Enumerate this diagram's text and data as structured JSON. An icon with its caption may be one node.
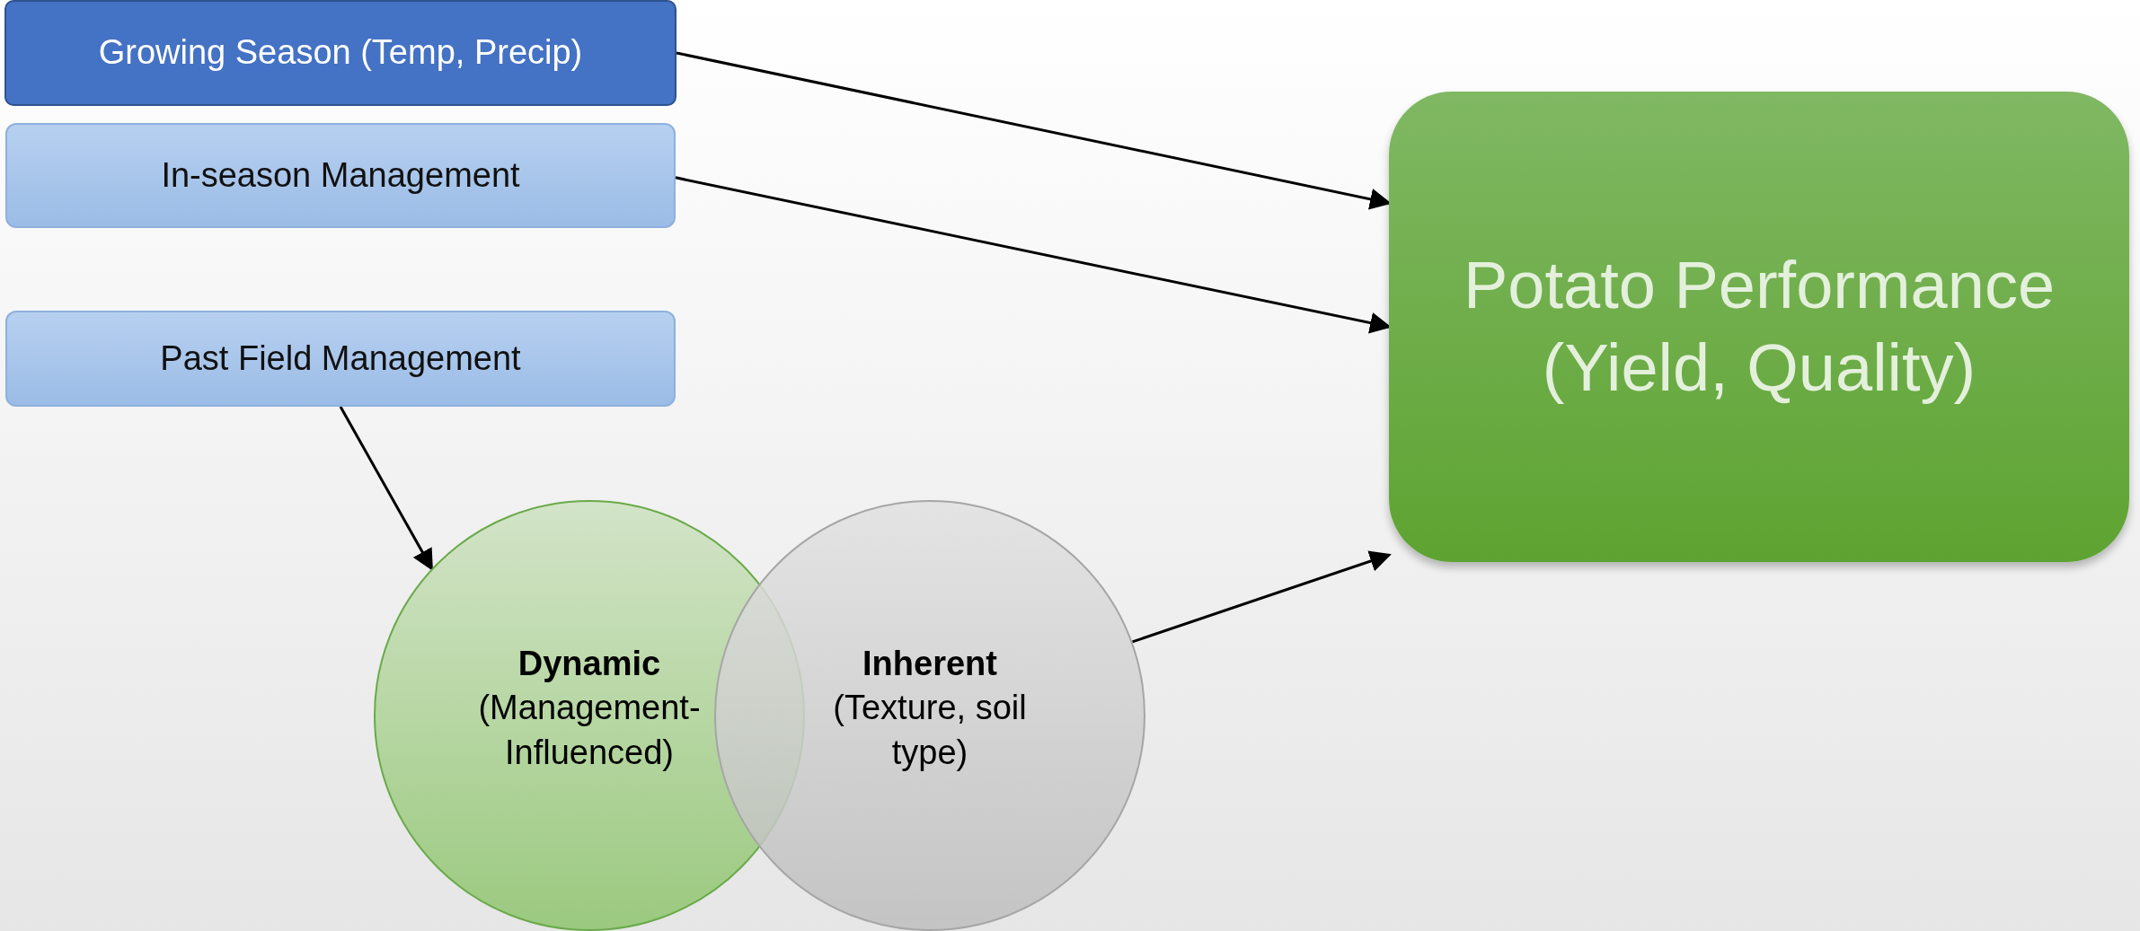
{
  "diagram": {
    "nodes": [
      {
        "text": [
          "Growing Season (Temp, Precip)"
        ]
      },
      {
        "text": [
          "In-season Management"
        ]
      },
      {
        "text": [
          "Past Field Management"
        ]
      },
      {
        "text": [
          "Potato Performance (Yield, Quality)"
        ]
      },
      {
        "text": [
          "Dynamic",
          "(Management-Influenced)"
        ]
      },
      {
        "text": [
          "Inherent",
          "(Texture, soil type)"
        ]
      }
    ],
    "edges": [
      {
        "from": 0,
        "to": 3,
        "arrow": "to"
      },
      {
        "from": 1,
        "to": 3,
        "arrow": "to"
      },
      {
        "from": 2,
        "to": 4,
        "arrow": "to"
      },
      {
        "from": 5,
        "to": 3,
        "arrow": "to"
      }
    ]
  }
}
